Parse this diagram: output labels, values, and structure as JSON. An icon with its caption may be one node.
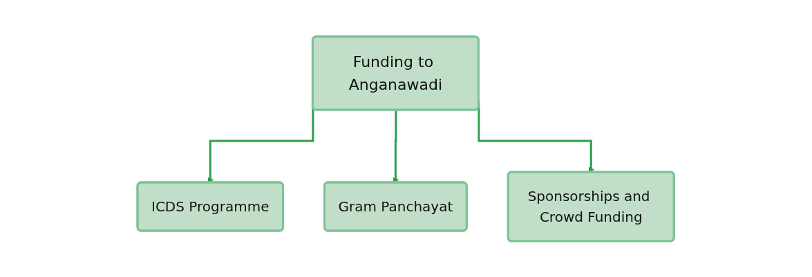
{
  "diagram": {
    "nodes": [
      {
        "text": [
          "Funding to Anganawadi"
        ]
      },
      {
        "text": [
          "ICDS Programme"
        ]
      },
      {
        "text": [
          "Gram Panchayat"
        ]
      },
      {
        "text": [
          "Sponsorships and Crowd Funding"
        ]
      }
    ],
    "edges": [
      {
        "from": 0,
        "to": 1,
        "arrow": "to"
      },
      {
        "from": 0,
        "to": 2,
        "arrow": "to"
      },
      {
        "from": 0,
        "to": 3,
        "arrow": "to"
      }
    ]
  }
}
